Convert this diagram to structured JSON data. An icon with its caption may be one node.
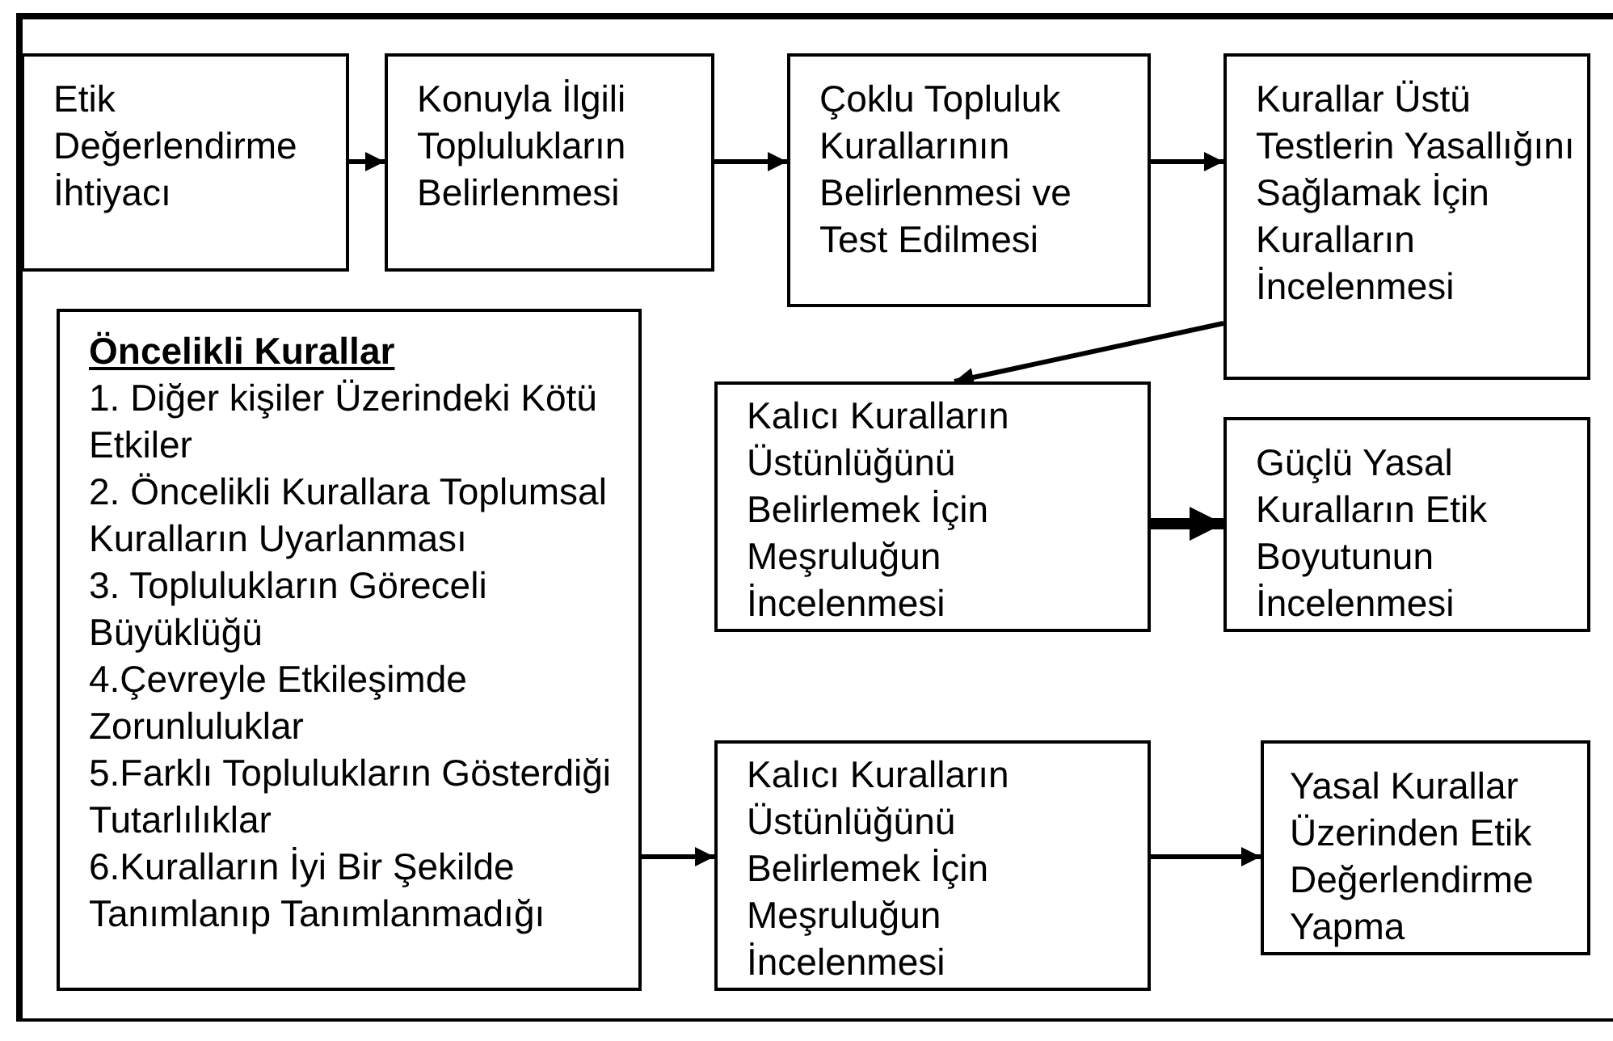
{
  "diagram": {
    "nodes": [
      {
        "text": [
          "Etik Değerlendirme İhtiyacı"
        ]
      },
      {
        "text": [
          "Konuyla İlgili Toplulukların Belirlenmesi"
        ]
      },
      {
        "text": [
          "Çoklu Topluluk Kurallarının Belirlenmesi ve Test Edilmesi"
        ]
      },
      {
        "text": [
          "Kurallar Üstü Testlerin Yasallığını Sağlamak İçin Kuralların İncelenmesi"
        ]
      },
      {
        "text": [
          "Öncelikli Kurallar",
          "1. Diğer kişiler Üzerindeki Kötü Etkiler",
          "2. Öncelikli Kurallara Toplumsal Kuralların Uyarlanması",
          "3. Toplulukların Göreceli Büyüklüğü",
          "4.Çevreyle Etkileşimde Zorunluluklar",
          "5.Farklı Toplulukların Gösterdiği Tutarlılıklar",
          "6.Kuralların İyi Bir Şekilde Tanımlanıp Tanımlanmadığı"
        ]
      },
      {
        "text": [
          "Kalıcı Kuralların Üstünlüğünü Belirlemek İçin Meşruluğun İncelenmesi"
        ]
      },
      {
        "text": [
          "Güçlü Yasal Kuralların Etik Boyutunun İncelenmesi"
        ]
      },
      {
        "text": [
          "Kalıcı Kuralların Üstünlüğünü Belirlemek İçin Meşruluğun İncelenmesi"
        ]
      },
      {
        "text": [
          "Yasal Kurallar Üzerinden Etik Değerlendirme Yapma"
        ]
      }
    ],
    "edges": [
      {
        "from": 0,
        "to": 1,
        "arrow": "to"
      },
      {
        "from": 1,
        "to": 2,
        "arrow": "to"
      },
      {
        "from": 2,
        "to": 3,
        "arrow": "to"
      },
      {
        "from": 3,
        "to": 5,
        "arrow": "to"
      },
      {
        "from": 5,
        "to": 6,
        "arrow": "to",
        "style": "thick"
      },
      {
        "from": 4,
        "to": 7,
        "arrow": "to"
      },
      {
        "from": 7,
        "to": 8,
        "arrow": "to"
      }
    ]
  }
}
